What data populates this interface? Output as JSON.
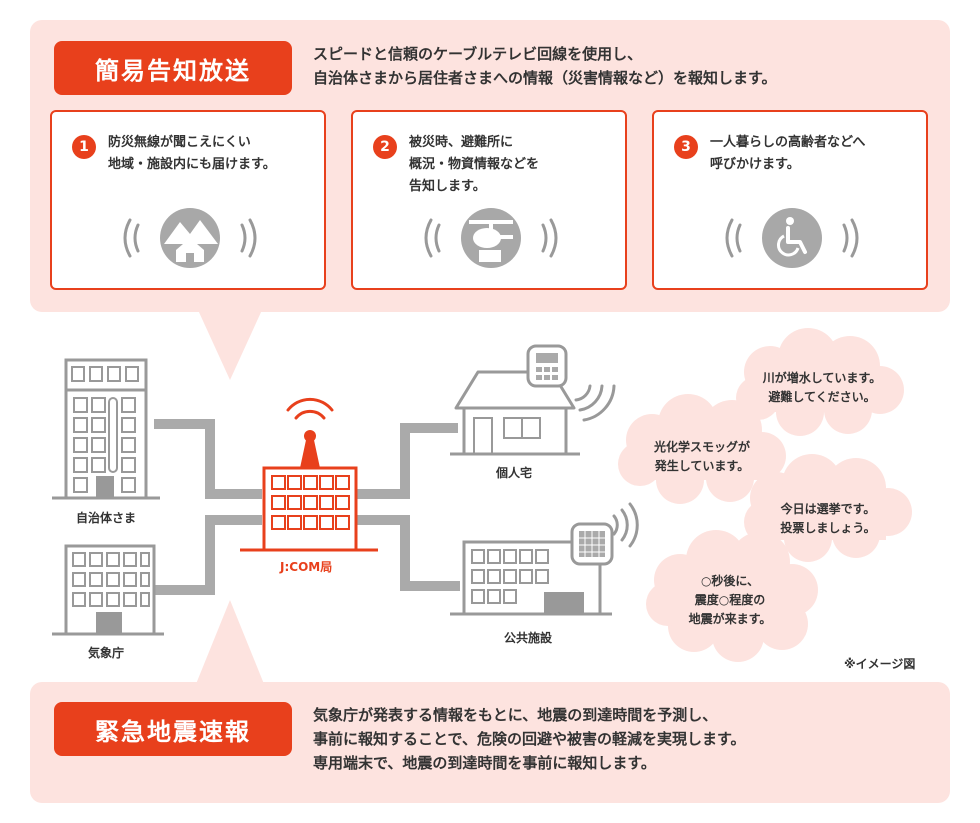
{
  "broadcast": {
    "title": "簡易告知放送",
    "desc": [
      "スピードと信頼のケーブルテレビ回線を使用し、",
      "自治体さまから居住者さまへの情報（災害情報など）を報知します。"
    ],
    "cards": [
      {
        "num": "1",
        "lines": [
          "防災無線が聞こえにくい",
          "地域・施設内にも届けます。"
        ],
        "icon": "house-mountain-icon"
      },
      {
        "num": "2",
        "lines": [
          "被災時、避難所に",
          "概況・物資情報などを",
          "告知します。"
        ],
        "icon": "helicopter-icon"
      },
      {
        "num": "3",
        "lines": [
          "一人暮らしの高齢者などへ",
          "呼びかけます。"
        ],
        "icon": "wheelchair-icon"
      }
    ]
  },
  "diagram": {
    "municipality": "自治体さま",
    "weather_agency": "気象庁",
    "jcom": "J:COM局",
    "home": "個人宅",
    "public_facility": "公共施設",
    "bubbles": [
      {
        "lines": [
          "川が増水しています。",
          "避難してください。"
        ]
      },
      {
        "lines": [
          "光化学スモッグが",
          "発生しています。"
        ]
      },
      {
        "lines": [
          "今日は選挙です。",
          "投票しましょう。"
        ]
      },
      {
        "lines": [
          "○秒後に、",
          "震度○程度の",
          "地震が来ます。"
        ]
      }
    ],
    "note": "※イメージ図"
  },
  "earthquake": {
    "title": "緊急地震速報",
    "desc": [
      "気象庁が発表する情報をもとに、地震の到達時間を予測し、",
      "事前に報知することで、危険の回避や被害の軽減を実現します。",
      "専用端末で、地震の到達時間を事前に報知します。"
    ]
  },
  "colors": {
    "accent": "#e8401c",
    "panel": "#fde3df",
    "gray": "#aaaaaa",
    "bubble": "#fde3df"
  }
}
